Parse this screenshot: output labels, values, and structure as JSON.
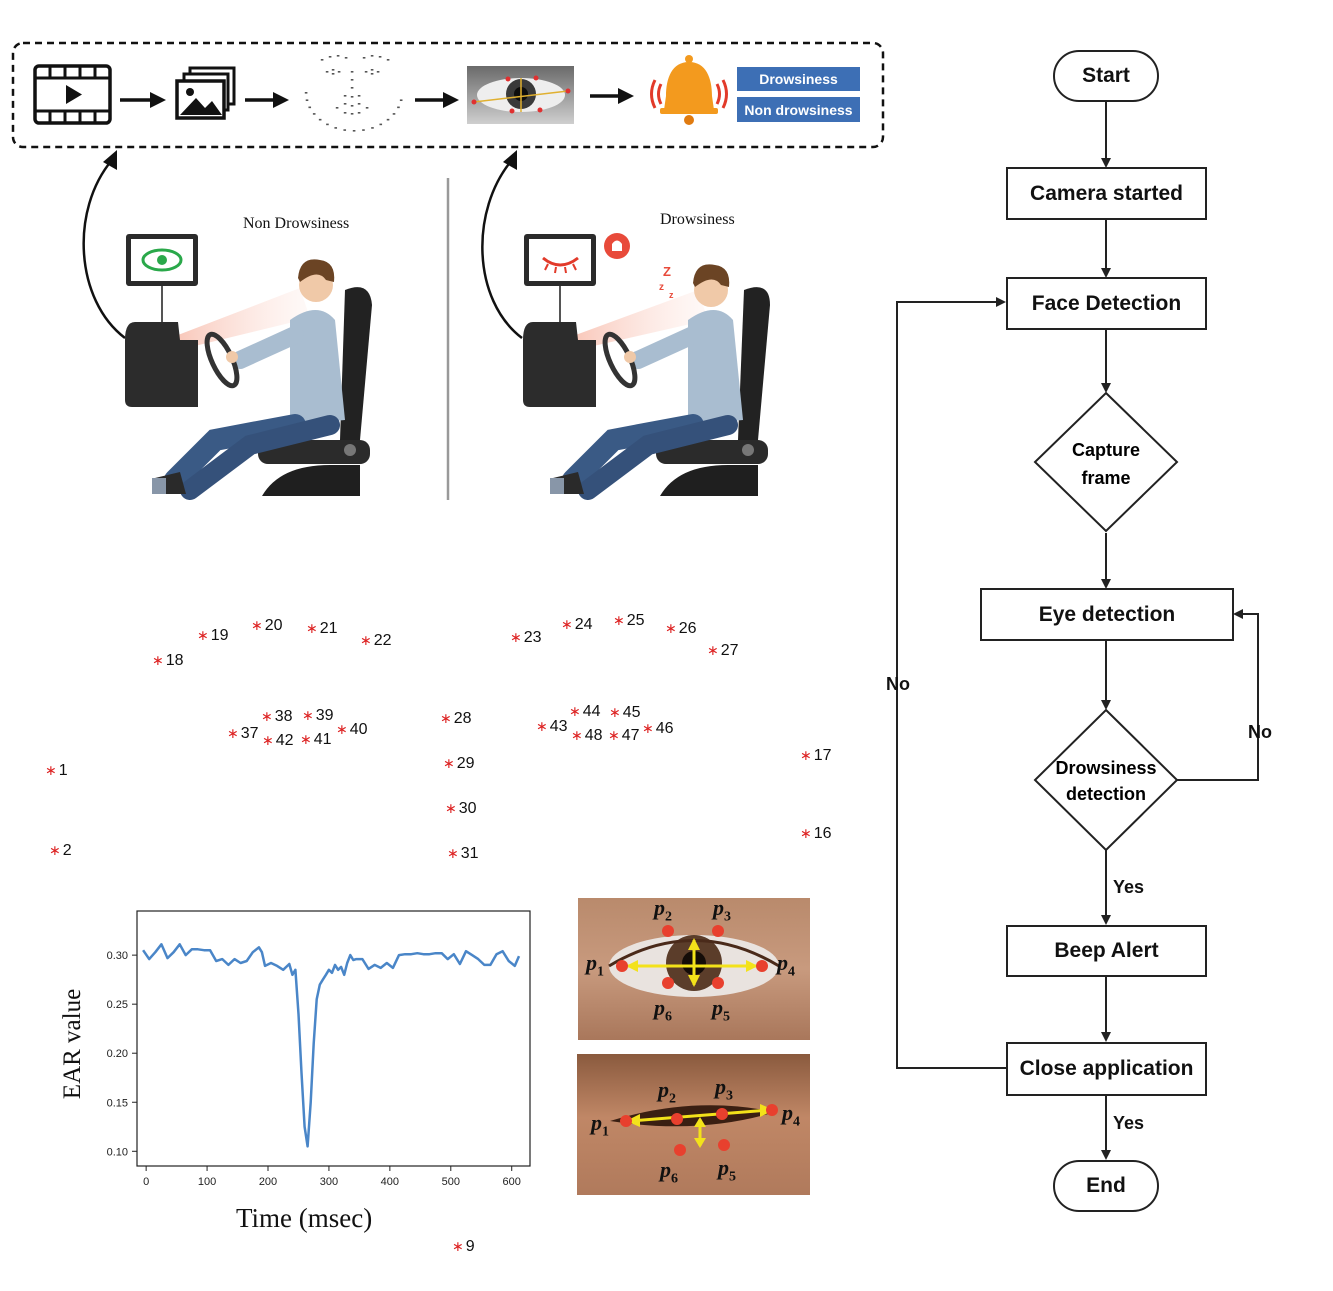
{
  "pipeline": {
    "output_labels": [
      "Drowsiness",
      "Non drowsiness"
    ]
  },
  "scenes": {
    "left_title": "Non Drowsiness",
    "right_title": "Drowsiness"
  },
  "flowchart": {
    "start": "Start",
    "camera": "Camera started",
    "face": "Face Detection",
    "capture": [
      "Capture",
      "frame"
    ],
    "eye": "Eye detection",
    "drowsiness": [
      "Drowsiness",
      "detection"
    ],
    "beep": "Beep Alert",
    "close": "Close application",
    "end": "End",
    "no_left": "No",
    "no_right": "No",
    "yes1": "Yes",
    "yes2": "Yes"
  },
  "landmarks": [
    {
      "id": "19"
    },
    {
      "id": "20"
    },
    {
      "id": "21"
    },
    {
      "id": "22"
    },
    {
      "id": "18"
    },
    {
      "id": "23"
    },
    {
      "id": "24"
    },
    {
      "id": "25"
    },
    {
      "id": "26"
    },
    {
      "id": "27"
    },
    {
      "id": "38"
    },
    {
      "id": "39"
    },
    {
      "id": "37"
    },
    {
      "id": "42"
    },
    {
      "id": "41"
    },
    {
      "id": "40"
    },
    {
      "id": "28"
    },
    {
      "id": "44"
    },
    {
      "id": "45"
    },
    {
      "id": "43"
    },
    {
      "id": "48"
    },
    {
      "id": "47"
    },
    {
      "id": "46"
    },
    {
      "id": "17"
    },
    {
      "id": "1"
    },
    {
      "id": "29"
    },
    {
      "id": "30"
    },
    {
      "id": "2"
    },
    {
      "id": "31"
    },
    {
      "id": "16"
    },
    {
      "id": "9"
    }
  ],
  "chart_data": {
    "type": "line",
    "xlabel": "Time (msec)",
    "ylabel": "EAR value",
    "xlim": [
      -15,
      630
    ],
    "ylim": [
      0.085,
      0.345
    ],
    "xticks": [
      "0",
      "100",
      "200",
      "300",
      "400",
      "500",
      "600"
    ],
    "yticks": [
      "0.10",
      "0.15",
      "0.20",
      "0.25",
      "0.30"
    ],
    "series": [
      {
        "color": "#4a86c8",
        "x": [
          -5,
          5,
          15,
          25,
          35,
          45,
          55,
          65,
          75,
          85,
          95,
          105,
          115,
          125,
          135,
          145,
          155,
          165,
          175,
          185,
          190,
          195,
          205,
          215,
          225,
          235,
          240,
          245,
          250,
          255,
          260,
          265,
          270,
          275,
          280,
          285,
          290,
          295,
          300,
          305,
          310,
          315,
          320,
          325,
          330,
          335,
          340,
          345,
          355,
          365,
          375,
          385,
          395,
          405,
          415,
          425,
          435,
          445,
          455,
          465,
          475,
          485,
          495,
          505,
          515,
          525,
          535,
          545,
          555,
          565,
          575,
          585,
          595,
          605,
          612
        ],
        "y": [
          0.305,
          0.296,
          0.303,
          0.311,
          0.297,
          0.303,
          0.311,
          0.3,
          0.306,
          0.306,
          0.305,
          0.305,
          0.294,
          0.296,
          0.29,
          0.296,
          0.292,
          0.294,
          0.303,
          0.308,
          0.303,
          0.289,
          0.292,
          0.289,
          0.285,
          0.291,
          0.28,
          0.285,
          0.24,
          0.18,
          0.125,
          0.105,
          0.15,
          0.21,
          0.255,
          0.27,
          0.275,
          0.28,
          0.285,
          0.282,
          0.29,
          0.285,
          0.288,
          0.28,
          0.292,
          0.3,
          0.295,
          0.296,
          0.296,
          0.286,
          0.29,
          0.287,
          0.292,
          0.287,
          0.3,
          0.301,
          0.301,
          0.302,
          0.301,
          0.301,
          0.302,
          0.302,
          0.296,
          0.301,
          0.291,
          0.304,
          0.3,
          0.296,
          0.29,
          0.29,
          0.301,
          0.304,
          0.294,
          0.289,
          0.299
        ]
      }
    ]
  },
  "eye_points": {
    "p1": "p",
    "p2": "p",
    "p3": "p",
    "p4": "p",
    "p5": "p",
    "p6": "p",
    "subs": [
      "1",
      "2",
      "3",
      "4",
      "5",
      "6"
    ]
  }
}
